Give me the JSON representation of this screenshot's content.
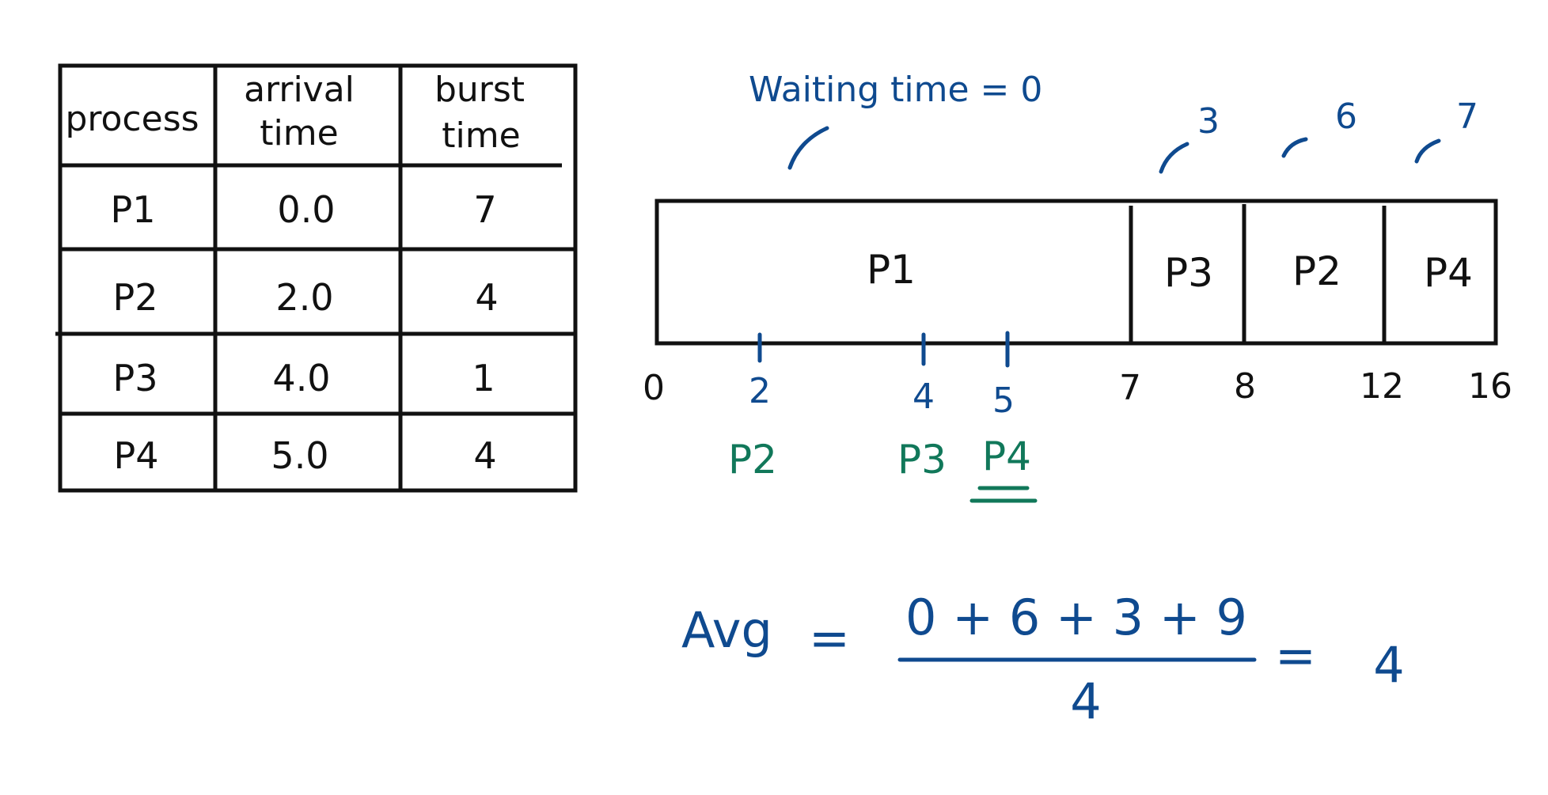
{
  "table": {
    "headers": [
      {
        "line1": "process",
        "line2": ""
      },
      {
        "line1": "arrival",
        "line2": "time"
      },
      {
        "line1": "burst",
        "line2": "time"
      }
    ],
    "rows": [
      {
        "process": "P1",
        "arrival": "0.0",
        "burst": "7"
      },
      {
        "process": "P2",
        "arrival": "2.0",
        "burst": "4"
      },
      {
        "process": "P3",
        "arrival": "4.0",
        "burst": "1"
      },
      {
        "process": "P4",
        "arrival": "5.0",
        "burst": "4"
      }
    ]
  },
  "gantt": {
    "segments": [
      {
        "label": "P1",
        "start": 0,
        "end": 7
      },
      {
        "label": "P3",
        "start": 7,
        "end": 8
      },
      {
        "label": "P2",
        "start": 8,
        "end": 12
      },
      {
        "label": "P4",
        "start": 12,
        "end": 16
      }
    ],
    "boundary_ticks": [
      "0",
      "7",
      "8",
      "12",
      "16"
    ],
    "arrival_ticks": [
      {
        "value": "2",
        "process": "P2"
      },
      {
        "value": "4",
        "process": "P3"
      },
      {
        "value": "5",
        "process": "P4"
      }
    ],
    "waiting_annotations": [
      {
        "text": "Waiting time = 0",
        "segment": "P1"
      },
      {
        "text": "3",
        "segment": "P3"
      },
      {
        "text": "6",
        "segment": "P2"
      },
      {
        "text": "7",
        "segment": "P4"
      }
    ]
  },
  "formula": {
    "lhs": "Avg",
    "eq1": "=",
    "numerator": "0 + 6 + 3 + 9",
    "denominator": "4",
    "eq2": "=",
    "result": "4"
  },
  "colors": {
    "black": "#111111",
    "blue": "#0f4a8f",
    "green": "#11785a"
  }
}
